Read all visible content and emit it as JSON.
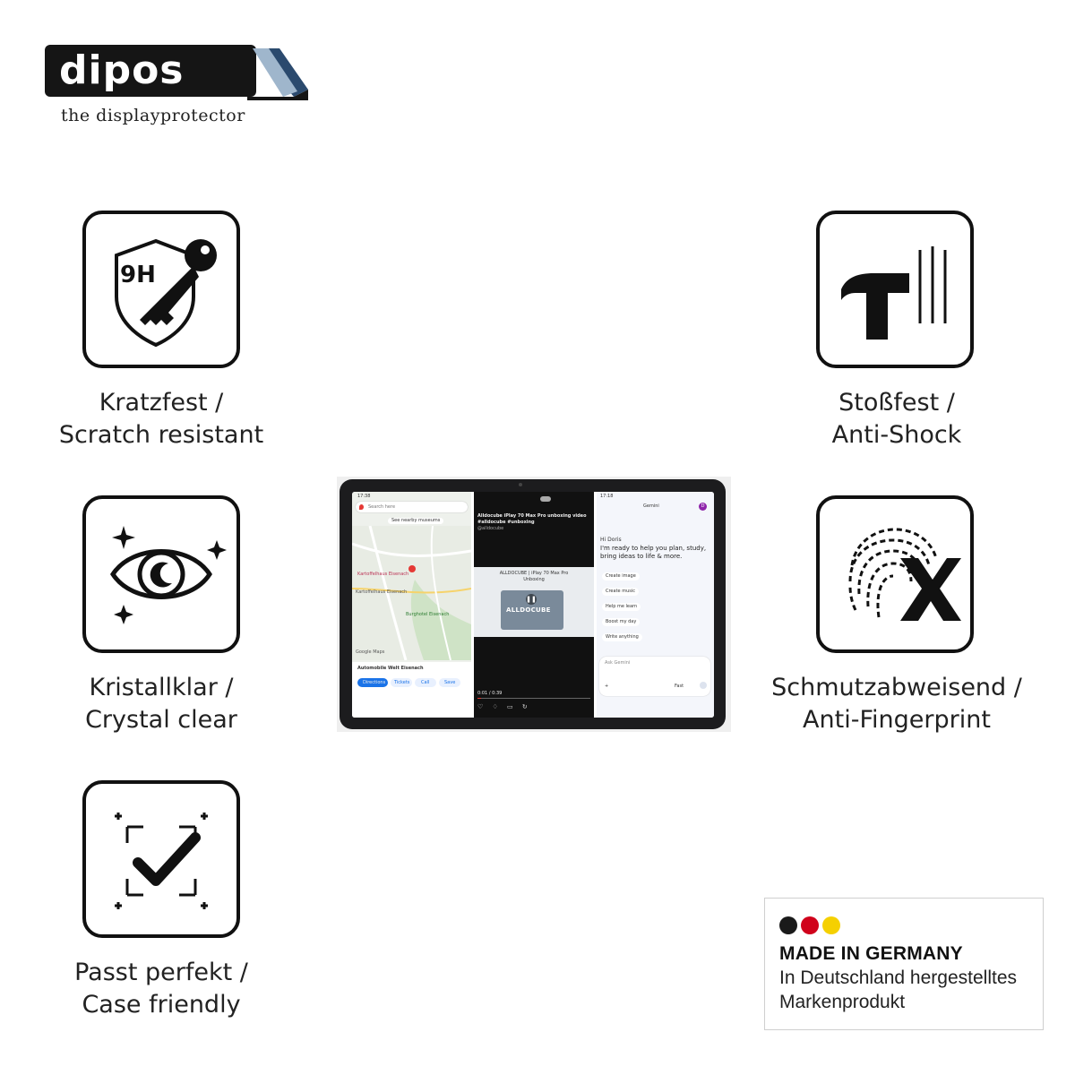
{
  "brand": {
    "name": "dipos",
    "tagline": "the displayprotector"
  },
  "features": {
    "scratch": {
      "line1": "Kratzfest /",
      "line2": "Scratch resistant",
      "badge": "9H",
      "icon": "shield-key-icon"
    },
    "shock": {
      "line1": "Stoßfest /",
      "line2": "Anti-Shock",
      "icon": "hammer-icon"
    },
    "clear": {
      "line1": "Kristallklar /",
      "line2": "Crystal clear",
      "icon": "eye-sparkle-icon"
    },
    "fingerprint": {
      "line1": "Schmutzabweisend /",
      "line2": "Anti-Fingerprint",
      "icon": "fingerprint-x-icon"
    },
    "fit": {
      "line1": "Passt perfekt /",
      "line2": "Case friendly",
      "icon": "check-frame-icon"
    }
  },
  "tablet": {
    "maps": {
      "time": "17:38",
      "search_placeholder": "Search here",
      "chip": "See nearby museums",
      "place1": "Kartoffelhaus Eisenach",
      "place2": "Kartoffelhaus Eisenach",
      "place3": "Burghotel Eisenach",
      "place_title": "Automobile Welt Eisenach",
      "actions": [
        "Directions",
        "Tickets",
        "Call",
        "Save"
      ],
      "google_label": "Google Maps"
    },
    "video": {
      "title": "Alldocube iPlay 70 Max Pro unboxing video #alldocube #unboxing",
      "channel": "@alldocube",
      "card_title": "ALLDOCUBE | iPlay 70 Max Pro",
      "card_sub": "Unboxing",
      "brand_overlay": "ALLDOCUBE",
      "time": "0:01 / 0:39"
    },
    "chat": {
      "time": "17:18",
      "app_title": "Gemini",
      "greeting": "Hi Doris",
      "message": "I'm ready to help you plan, study, bring ideas to life & more.",
      "suggestions": [
        "Create image",
        "Create music",
        "Help me learn",
        "Boost my day",
        "Write anything"
      ],
      "input_placeholder": "Ask Gemini",
      "mode": "Fast",
      "avatar_letter": "D"
    }
  },
  "made_in": {
    "title": "MADE IN GERMANY",
    "line1": "In Deutschland hergestelltes",
    "line2": "Markenprodukt",
    "colors": [
      "#1a1a1a",
      "#d0021b",
      "#f5d000"
    ]
  }
}
